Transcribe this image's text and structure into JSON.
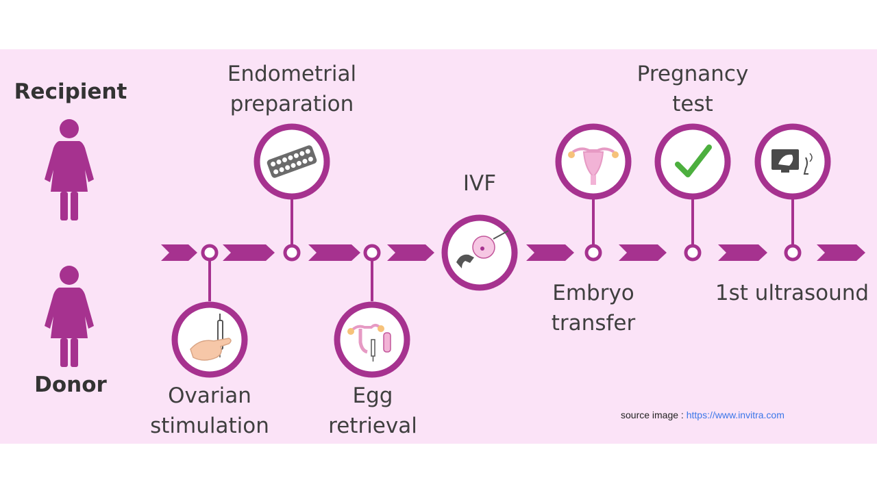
{
  "roles": {
    "recipient": "Recipient",
    "donor": "Donor"
  },
  "steps": {
    "ovarian_stimulation": "Ovarian\nstimulation",
    "endometrial_preparation": "Endometrial\npreparation",
    "egg_retrieval": "Egg\nretrieval",
    "ivf": "IVF",
    "embryo_transfer": "Embryo\ntransfer",
    "pregnancy_test": "Pregnancy\ntest",
    "first_ultrasound": "1st ultrasound"
  },
  "source": {
    "prefix": "source image : ",
    "link": "https://www.invitra.com"
  },
  "colors": {
    "accent": "#a6328f",
    "background": "#fbe3f7",
    "figure": "#a6328f"
  }
}
